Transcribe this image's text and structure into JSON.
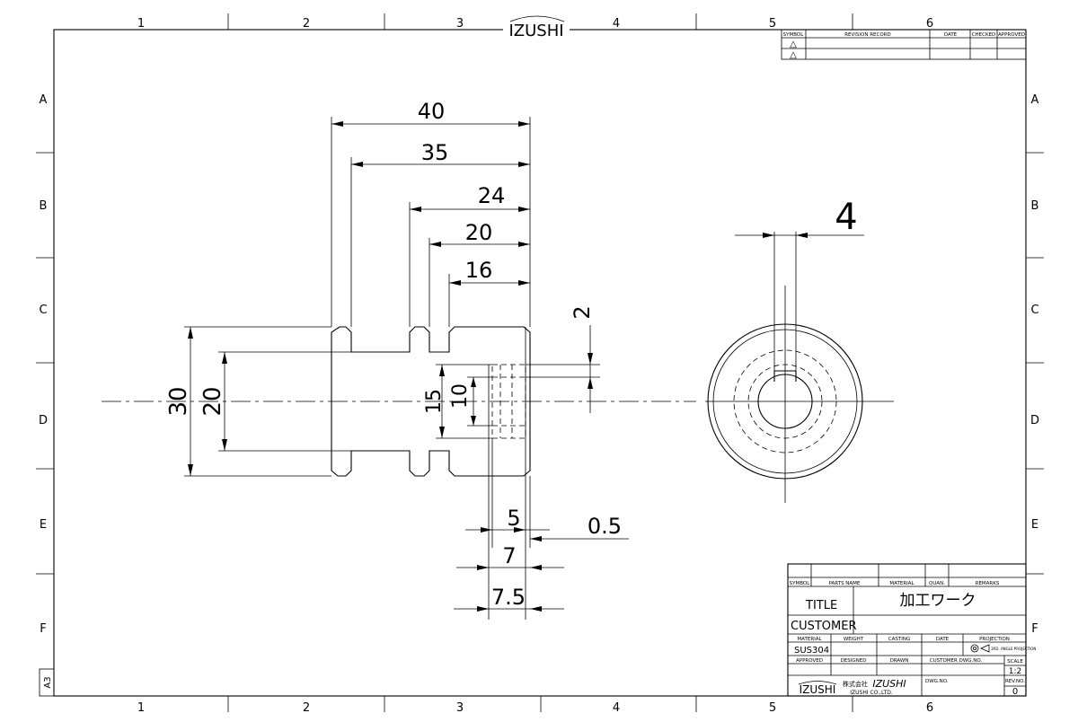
{
  "sheet": {
    "brand": "IZUSHI",
    "size_label": "A3",
    "columns": [
      "1",
      "2",
      "3",
      "4",
      "5",
      "6"
    ],
    "rows": [
      "A",
      "B",
      "C",
      "D",
      "E",
      "F"
    ]
  },
  "revision_table": {
    "headers": [
      "SYMBOL",
      "REVISION RECORD",
      "DATE",
      "CHECKED",
      "APPROVED"
    ],
    "symbols": [
      "△",
      "△"
    ]
  },
  "dimensions": {
    "len_40": "40",
    "len_35": "35",
    "len_24": "24",
    "len_20": "20",
    "len_16": "16",
    "dia_30": "30",
    "dia_20": "20",
    "dia_15": "15",
    "dia_10": "10",
    "depth_2": "2",
    "w_5": "5",
    "w_05": "0.5",
    "w_7": "7",
    "w_75": "7.5",
    "key_4": "4"
  },
  "title_block": {
    "parts_headers": [
      "SYMBOL",
      "PARTS NAME",
      "MATERIAL",
      "QUAN.",
      "REMARKS"
    ],
    "title_label": "TITLE",
    "title_value": "加工ワーク",
    "customer_label": "CUSTOMER",
    "material_label": "MATERIAL",
    "weight_label": "WEIGHT",
    "casting_label": "CASTING",
    "date_label": "DATE",
    "projection_label": "PROJECTION",
    "projection_value": "3RD. ANGLE PROJECTION",
    "material_value": "SUS304",
    "approved_label": "APPROVED",
    "designed_label": "DESIGNED",
    "drawn_label": "DRAWN",
    "customer_dwg_label": "CUSTOMER DWG.NO.",
    "scale_label": "SCALE",
    "scale_value": "1:2",
    "dwg_no_label": "DWG.NO.",
    "rev_no_label": "REV.NO.",
    "rev_no_value": "0",
    "company_jp": "株式会社",
    "company_name": "IZUSHI",
    "company_en": "IZUSHI CO.,LTD."
  }
}
